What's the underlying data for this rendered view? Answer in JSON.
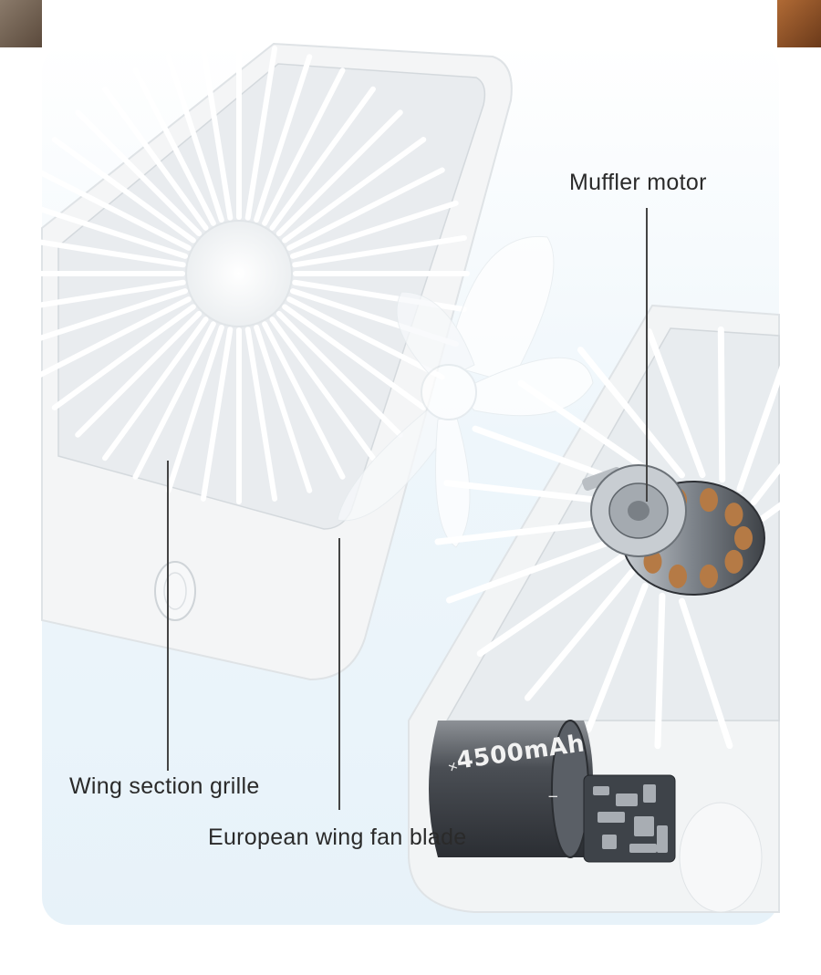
{
  "callouts": {
    "motor": "Muffler motor",
    "grille": "Wing section grille",
    "blade": "European wing fan blade"
  },
  "battery": {
    "capacity": "4500mAh"
  },
  "colors": {
    "panel_top": "#ffffff",
    "panel_bottom": "#e7f2f9",
    "fan_body": "#f4f5f6",
    "motor_copper": "#b57a45",
    "battery_dark": "#3a3d42"
  }
}
